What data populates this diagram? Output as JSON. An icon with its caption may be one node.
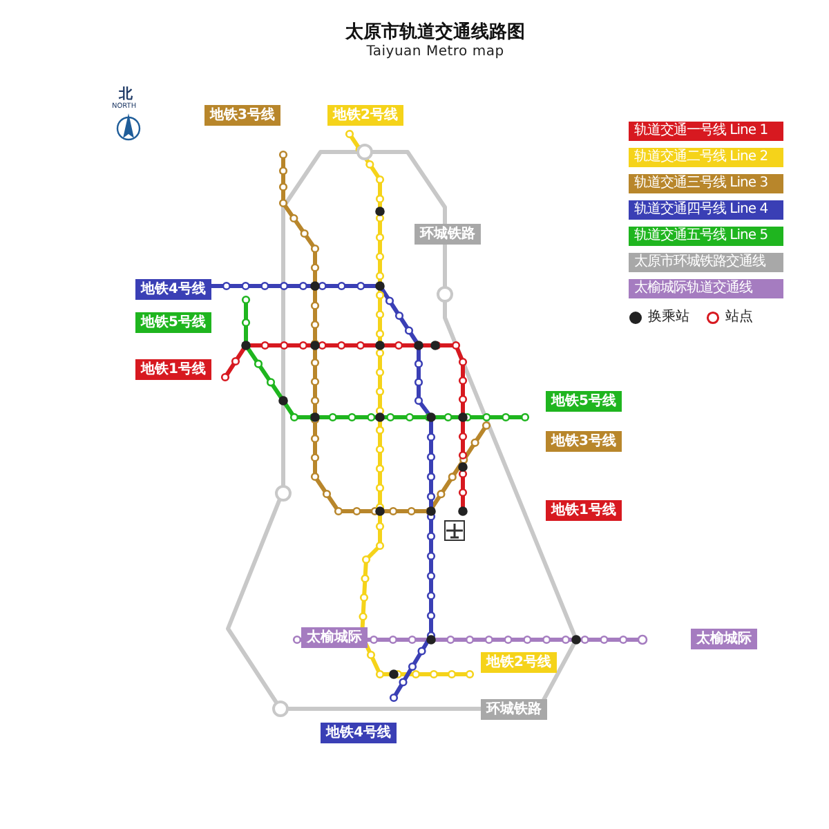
{
  "diagram": {
    "title": "太原市轨道交通线路图",
    "nodes": [
      {
        "text": [
          "地铁3号线"
        ]
      },
      {
        "text": [
          "地铁2号线"
        ]
      },
      {
        "text": [
          "环城铁路"
        ]
      },
      {
        "text": [
          "地铁4号线"
        ]
      },
      {
        "text": [
          "地铁5号线"
        ]
      },
      {
        "text": [
          "地铁1号线"
        ]
      },
      {
        "text": [
          "地铁5号线"
        ]
      },
      {
        "text": [
          "地铁3号线"
        ]
      },
      {
        "text": [
          "地铁1号线"
        ]
      },
      {
        "text": [
          "太榆城际"
        ]
      },
      {
        "text": [
          "太榆城际"
        ]
      },
      {
        "text": [
          "地铁2号线"
        ]
      },
      {
        "text": [
          "环城铁路"
        ]
      },
      {
        "text": [
          "地铁4号线"
        ]
      }
    ],
    "labels": [
      "Taiyuan Metro map",
      "北",
      "NORTH"
    ],
    "legend": [
      {
        "text": "轨道交通一号线 Line 1",
        "color": "#d71920"
      },
      {
        "text": "轨道交通二号线 Line 2",
        "color": "#f5d31a"
      },
      {
        "text": "轨道交通三号线 Line 3",
        "color": "#b8862b"
      },
      {
        "text": "轨道交通四号线 Line 4",
        "color": "#3a3fb5"
      },
      {
        "text": "轨道交通五号线 Line 5",
        "color": "#1fb51f"
      },
      {
        "text": "太原市环城铁路交通线",
        "color": "#a8a8a8"
      },
      {
        "text": "太榆城际轨道交通线",
        "color": "#a57cc0"
      },
      {
        "text": "换乘站"
      },
      {
        "text": "站点"
      }
    ]
  }
}
